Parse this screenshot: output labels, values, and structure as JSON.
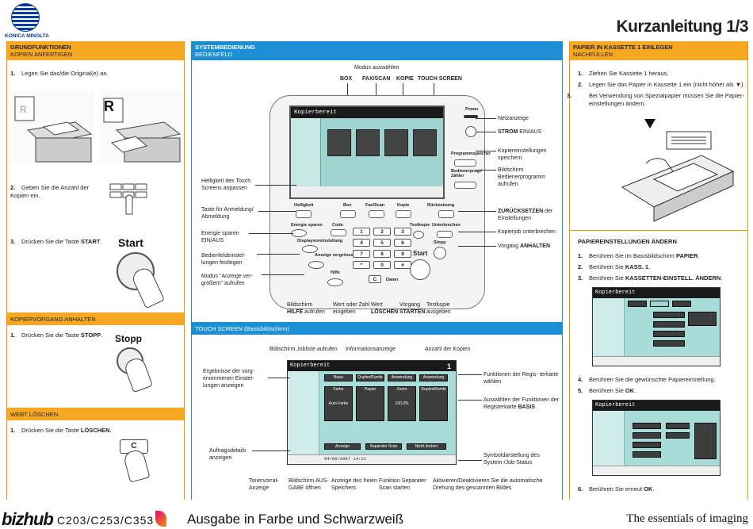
{
  "brand": {
    "logo_text": "KONICA MINOLTA"
  },
  "title": "Kurzanleitung 1/3",
  "left": {
    "section1": {
      "title": "GRUNDFUNKTIONEN",
      "subtitle": "KOPIEN ANFERTIGEN"
    },
    "steps": [
      {
        "num": "1.",
        "text": "Legen Sie das/die Original(e) an."
      },
      {
        "num": "2.",
        "text": "Geben Sie die Anzahl der Kopien ein."
      },
      {
        "num": "3.",
        "text_before": "Drücken Sie die Taste ",
        "bold": "START",
        "text_after": "."
      }
    ],
    "start_label": "Start",
    "section2": {
      "title": "KOPIERVORGANG ANHALTEN"
    },
    "stop_step": {
      "num": "1.",
      "text_before": "Drücken Sie die Taste ",
      "bold": "STOPP",
      "text_after": "."
    },
    "stop_label": "Stopp",
    "section3": {
      "title": "WERT LÖSCHEN"
    },
    "clear_step": {
      "num": "1.",
      "text_before": "Drücken Sie die Taste ",
      "bold": "LÖSCHEN",
      "text_after": "."
    },
    "clear_key": "C",
    "original_glyph": "R"
  },
  "middle": {
    "section1": {
      "title": "SYSTEMBEDIENUNG",
      "subtitle": "BEDIENFELD"
    },
    "modus": "Modus auswählen",
    "top_keys": [
      "BOX",
      "FAX/SCAN",
      "KOPIE",
      "TOUCH SCREEN"
    ],
    "screen_title": "Kopierbereit",
    "panel_keys": {
      "helligkeit": "Helligkeit",
      "box": "Box",
      "faxscan": "Fax/Scan",
      "kopie": "Kopie",
      "reset": "Rücksetzung",
      "energie": "Energie sparen",
      "code": "Code",
      "display": "Displayvoreinstellung",
      "anzeige": "Anzeige vergrössern",
      "hilfe": "Hilfe",
      "testkopie": "Testkopie",
      "unterbrechen": "Unterbrechen",
      "stopp": "Stopp",
      "start": "Start",
      "daten": "Daten",
      "power": "Power",
      "programm": "Programmspeicher",
      "bedienprog": "Bedienerprog./ Zähler",
      "c": "C"
    },
    "keypad": [
      "1",
      "2",
      "3",
      "4",
      "5",
      "6",
      "7",
      "8",
      "9",
      "*",
      "0",
      "#"
    ],
    "callouts_left": [
      "Helligkeit des Touch Screens anpassen",
      "Taste für Anmeldung/ Abmeldung",
      "Energie sparen EIN/AUS",
      "Bedienfeldeinstel- lungen festlegen",
      "Modus \"Anzeige ver- größern\" aufrufen"
    ],
    "callouts_right": [
      {
        "text": "Netzanzeige"
      },
      {
        "bold": "STROM",
        "text": " EIN/AUS"
      },
      {
        "text": "Kopiereinstellungen speichern"
      },
      {
        "text": "Bildschirm Bedienerprogramm aufrufen"
      },
      {
        "bold": "ZURÜCKSETZEN",
        "text": " der Einstellungen"
      },
      {
        "text": "Kopierjob unterbrechen"
      },
      {
        "text": "Vorgang ",
        "bold": "ANHALTEN"
      }
    ],
    "callouts_bottom": [
      {
        "text": "Bildschirm ",
        "bold": "HILFE",
        "text2": " aufrufen"
      },
      {
        "text": "Wert oder Zahl eingeben"
      },
      {
        "text": "Wert ",
        "bold": "LÖSCHEN"
      },
      {
        "text": "Vorgang ",
        "bold": "STARTEN"
      },
      {
        "text": "Testkopie ausgeben"
      }
    ],
    "section2": {
      "title": "TOUCH SCREEN (Basisbildschirm)"
    },
    "ts_top": [
      "Bildschirm Jobliste aufrufen",
      "Informationsanzeige",
      "Anzahl der Kopien"
    ],
    "ts_left": [
      "Ergebnisse der vorg- enommenen Einstel- lungen anzeigen",
      "Auftragsdetails anzeigen"
    ],
    "ts_right": [
      "Funktionen der Regis- terkarte wählen",
      "Auswählen der Funktionen der Registerkarte ",
      "Symboldarstellung des System-/Job-Status"
    ],
    "ts_right_bold": "BASIS",
    "ts_bottom": [
      "Tonervorrat- Anzeige",
      "Bildschirm AUS- GABE öffnen",
      "Anzeige des freien Speichers",
      "Funktion Separater Scan starten",
      "Aktivieren/Deaktivieren Sie die automatische Drehung des gescannten Bildes"
    ],
    "ts_tabs": [
      "Basis",
      "Duplex/Kombi",
      "Anwendung",
      "Anwendung"
    ],
    "ts_tiles": [
      "Farbe",
      "Papier",
      "Zoom",
      "Duplex/Kombi"
    ],
    "ts_tile_values": [
      "Auto Farbe",
      "",
      "100.0%",
      ""
    ],
    "ts_buttons": [
      "Anzeige",
      "Separater Scan",
      "Nicht drehen"
    ],
    "ts_status": "04/06/2007 14:21",
    "copies": "1"
  },
  "right": {
    "section1": {
      "title": "PAPIER IN KASSETTE 1 EINLEGEN",
      "subtitle": "NACHFÜLLEN"
    },
    "steps": [
      {
        "num": "1.",
        "text": "Ziehen Sie Kassette 1 heraus."
      },
      {
        "num": "2.",
        "text": "Legen Sie das Papier in Kassette 1 ein (nicht höher als ▼)."
      },
      {
        "num": "3.",
        "text": "Bei Verwendung von Spezialpapier müssen Sie die Papier- einstellungen ändern."
      }
    ],
    "section2": {
      "title": "PAPIEREINSTELLUNGEN ÄNDERN"
    },
    "steps2": [
      {
        "num": "1.",
        "text_before": "Berühren Sie im Basisbildschirm ",
        "bold": "PAPIER",
        "text_after": "."
      },
      {
        "num": "2.",
        "text_before": "Berühren Sie ",
        "bold": "KASS. 1",
        "text_after": "."
      },
      {
        "num": "3.",
        "text_before": "Berühren Sie ",
        "bold": "KASSETTEN-EINSTELL. ÄNDERN",
        "text_after": "."
      }
    ],
    "steps3": [
      {
        "num": "4.",
        "text_before": "Berühren Sie die gewünschte Papiereinstellung.",
        "bold": "",
        "text_after": ""
      },
      {
        "num": "5.",
        "text_before": "Berühren Sie ",
        "bold": "OK",
        "text_after": "."
      },
      {
        "num": "6.",
        "text_before": "Berühren Sie erneut ",
        "bold": "OK",
        "text_after": "."
      }
    ]
  },
  "footer": {
    "brand": "bizhub",
    "models": "C203/C253/C353",
    "subtitle": "Ausgabe in Farbe und Schwarzweiß",
    "tagline": "The essentials of imaging"
  },
  "colors": {
    "orange": "#f7a823",
    "blue": "#1d8fd6",
    "brand_blue": "#0a3e9c"
  }
}
